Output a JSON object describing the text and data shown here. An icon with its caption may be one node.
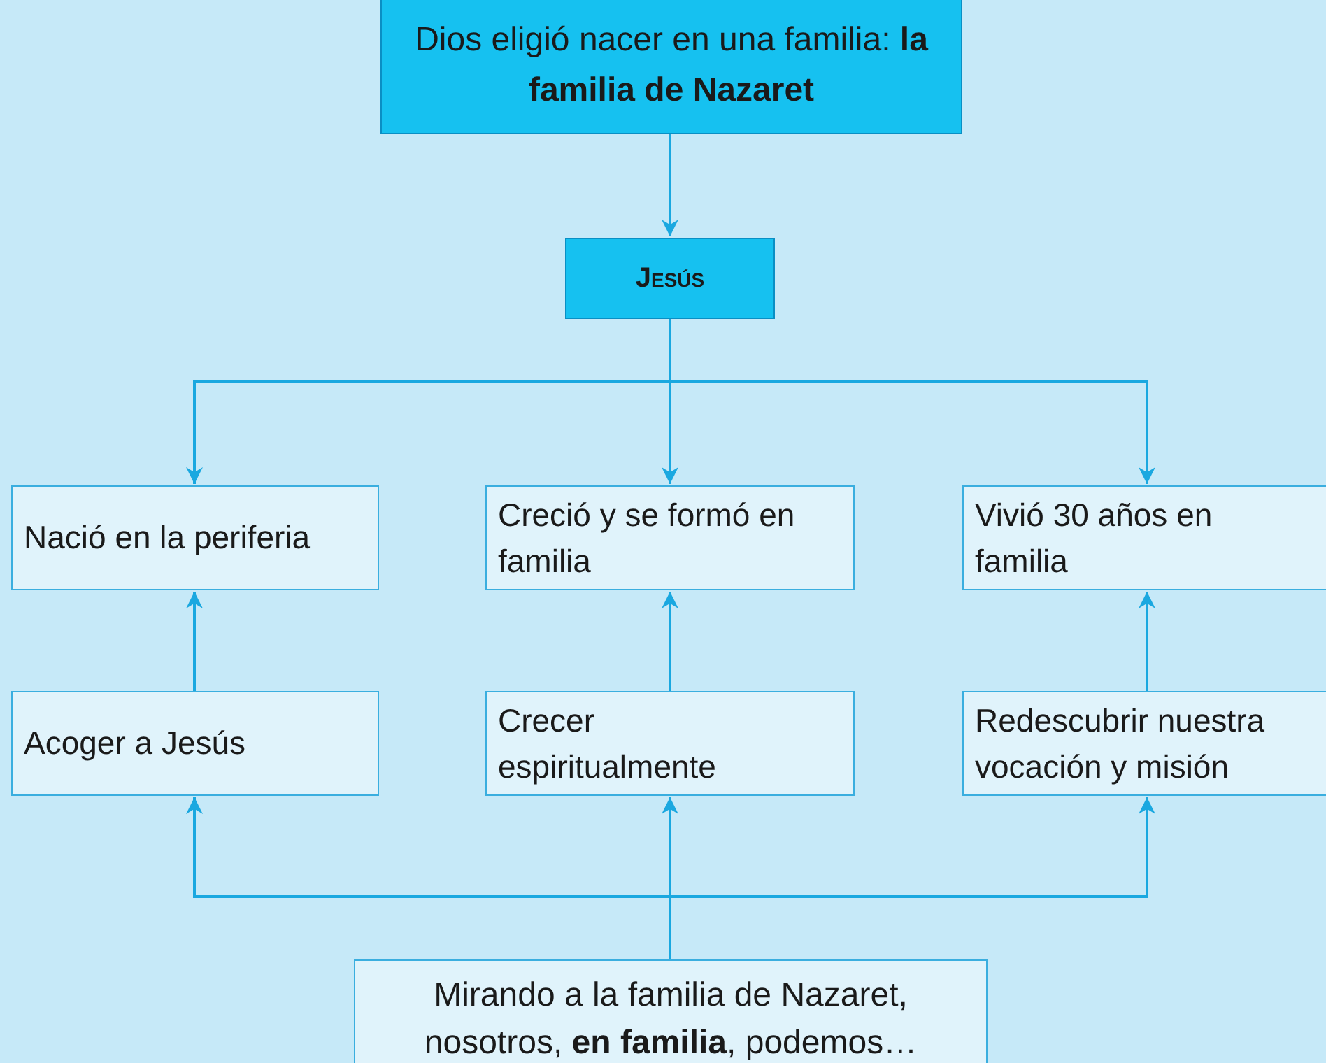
{
  "diagram": {
    "nodes": [
      {
        "text": [
          "Dios eligió nacer en una familia: **la familia de Nazaret**"
        ]
      },
      {
        "text": [
          "Jesús"
        ]
      },
      {
        "text": [
          "Nació en la periferia"
        ]
      },
      {
        "text": [
          "Creció y se formó en familia"
        ]
      },
      {
        "text": [
          "Vivió 30 años en familia"
        ]
      },
      {
        "text": [
          "Acoger a Jesús"
        ]
      },
      {
        "text": [
          "Crecer espiritualmente"
        ]
      },
      {
        "text": [
          "Redescubrir nuestra vocación y misión"
        ]
      },
      {
        "text": [
          "Mirando a la familia de Nazaret, nosotros, **en familia**, podemos…"
        ]
      }
    ],
    "edges": [
      {
        "from": 0,
        "to": 1,
        "arrow": "to"
      },
      {
        "from": 1,
        "to": 2,
        "arrow": "to"
      },
      {
        "from": 1,
        "to": 3,
        "arrow": "to"
      },
      {
        "from": 1,
        "to": 4,
        "arrow": "to"
      },
      {
        "from": 5,
        "to": 2,
        "arrow": "to"
      },
      {
        "from": 6,
        "to": 3,
        "arrow": "to"
      },
      {
        "from": 7,
        "to": 4,
        "arrow": "to"
      },
      {
        "from": 8,
        "to": 5,
        "arrow": "to"
      },
      {
        "from": 8,
        "to": 6,
        "arrow": "to"
      },
      {
        "from": 8,
        "to": 7,
        "arrow": "to"
      }
    ]
  }
}
